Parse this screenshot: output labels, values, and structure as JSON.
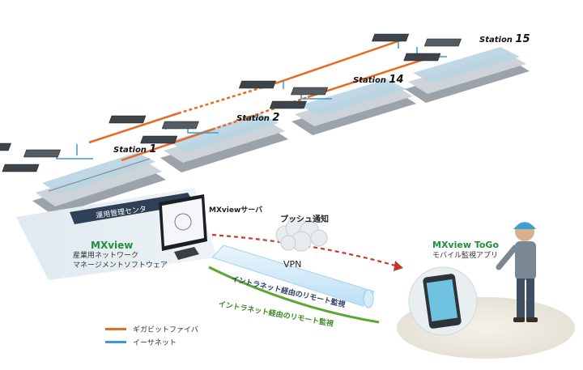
{
  "stations": [
    {
      "prefix": "Station",
      "number": "1"
    },
    {
      "prefix": "Station",
      "number": "2"
    },
    {
      "prefix": "Station",
      "number": "14"
    },
    {
      "prefix": "Station",
      "number": "15"
    }
  ],
  "control_center": {
    "banner": "運用管理センタ"
  },
  "mxview": {
    "title": "MXview",
    "line1": "産業用ネットワーク",
    "line2": "マネージメントソフトウェア"
  },
  "server_label": "MXviewサーバ",
  "push_label": "プッシュ通知",
  "vpn_label": "VPN",
  "intranet_upper": "イントラネット経由のリモート監視",
  "intranet_lower": "イントラネット経由のリモート監視",
  "togo": {
    "title": "MXview ToGo",
    "subtitle": "モバイル監視アプリ"
  },
  "legend": [
    {
      "label": "ギガビットファイバ",
      "color": "#e96a1f"
    },
    {
      "label": "イーサネット",
      "color": "#3a9ad9"
    }
  ],
  "colors": {
    "fiber": "#e96a1f",
    "ethernet": "#3a9ad9",
    "intranet": "#5aa832",
    "push": "#c0392b"
  }
}
